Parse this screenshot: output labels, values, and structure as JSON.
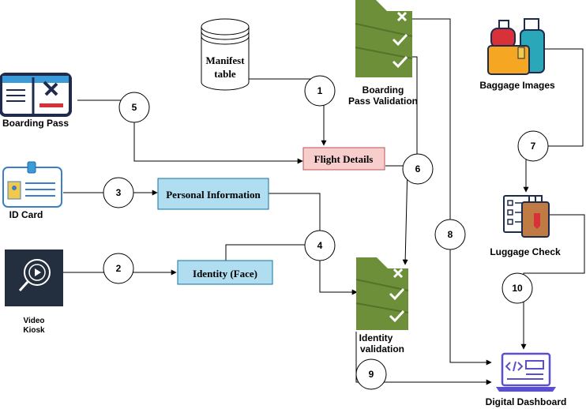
{
  "nodes": {
    "manifest": "Manifest table",
    "manifest_line1": "Manifest",
    "manifest_line2": "table",
    "boarding_pass": "Boarding Pass",
    "id_card": "ID Card",
    "video_kiosk_line1": "Video",
    "video_kiosk_line2": "Kiosk",
    "flight_details": "Flight Details",
    "personal_information": "Personal Information",
    "identity_face": "Identity (Face)",
    "bp_validation_line1": "Boarding",
    "bp_validation_line2": "Pass Validation",
    "identity_validation_line1": "Identity",
    "identity_validation_line2": "validation",
    "baggage_images": "Baggage Images",
    "luggage_check": "Luggage Check",
    "digital_dashboard": "Digital Dashboard"
  },
  "steps": [
    "1",
    "2",
    "3",
    "4",
    "5",
    "6",
    "7",
    "8",
    "9",
    "10"
  ],
  "colors": {
    "flight_details_fill": "#f8cecc",
    "flight_details_stroke": "#b85450",
    "info_box_fill": "#b1ddf0",
    "info_box_stroke": "#10739e",
    "validation_green": "#6d8f3a",
    "icon_navy": "#1f2b4d",
    "dashboard_purple": "#5a4fcf"
  },
  "icons": {
    "boarding_pass": "boarding-pass-icon",
    "id_card": "id-card-icon",
    "video_kiosk": "video-kiosk-icon",
    "manifest": "database-cylinder-icon",
    "validation": "validation-checklist-icon",
    "baggage": "baggage-icon",
    "luggage_check": "luggage-check-icon",
    "dashboard": "laptop-code-icon"
  }
}
